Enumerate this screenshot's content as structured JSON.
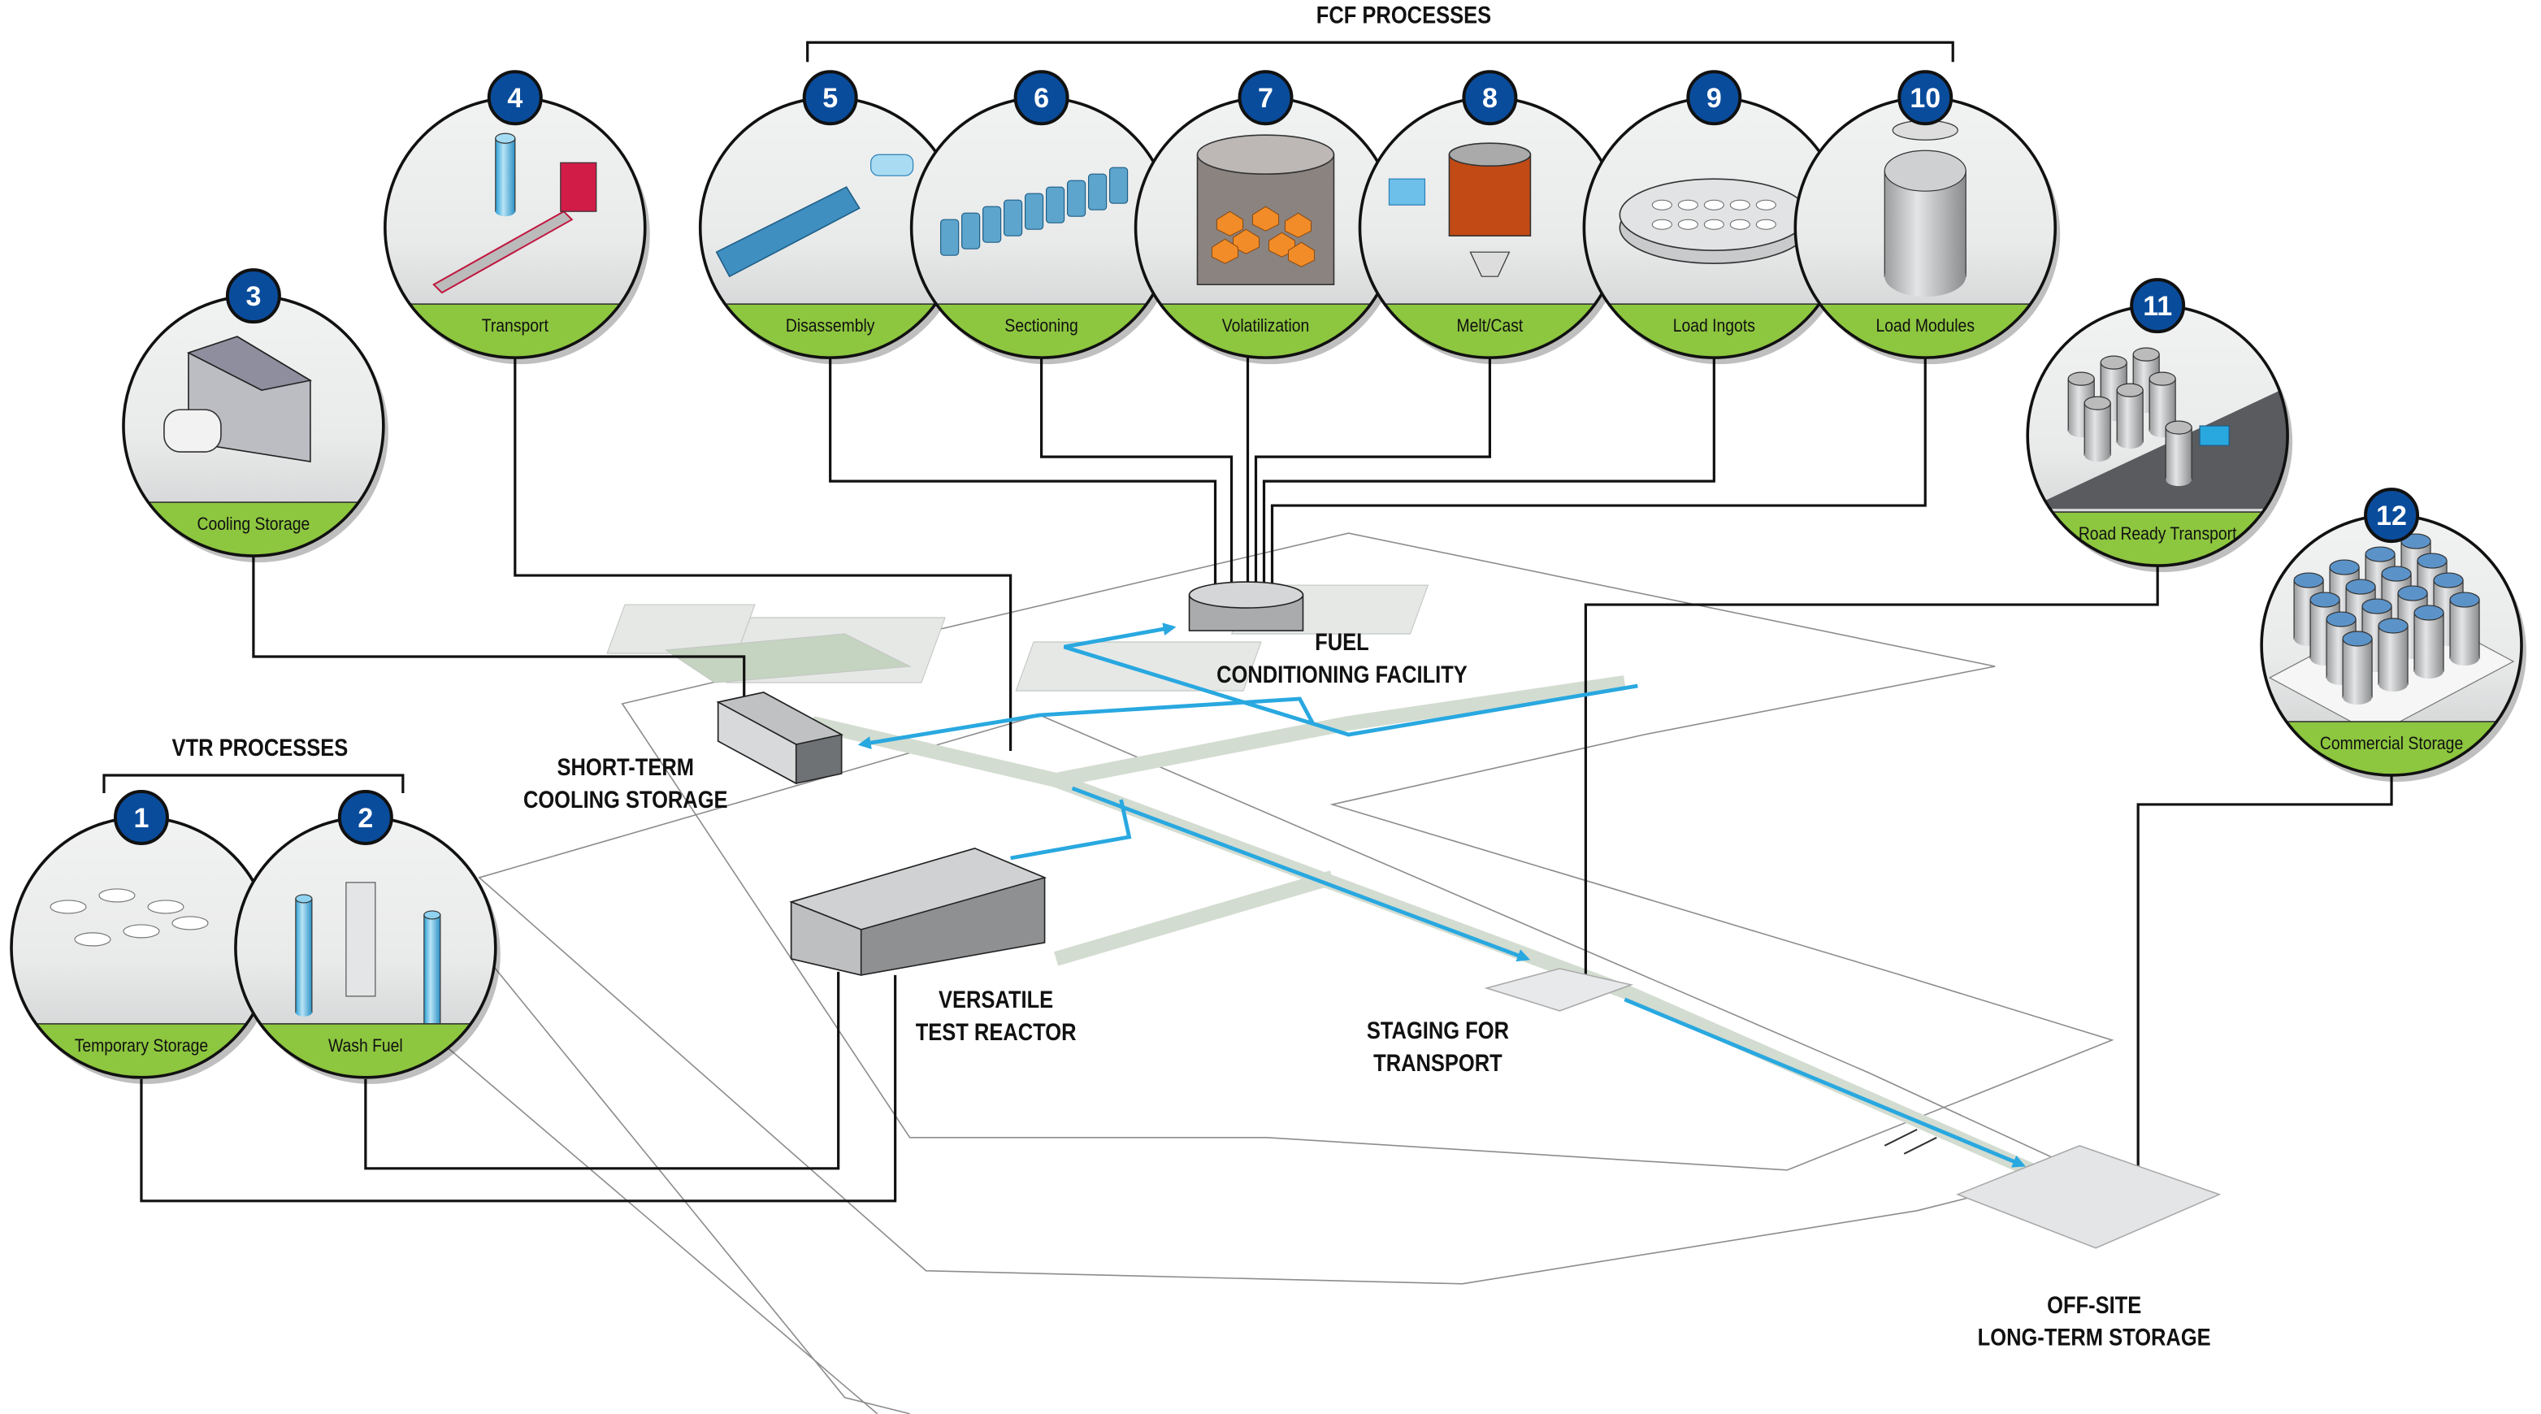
{
  "groups": {
    "fcf": "FCF PROCESSES",
    "vtr": "VTR PROCESSES"
  },
  "steps": [
    {
      "number": "1",
      "label": "Temporary Storage"
    },
    {
      "number": "2",
      "label": "Wash Fuel"
    },
    {
      "number": "3",
      "label": "Cooling Storage"
    },
    {
      "number": "4",
      "label": "Transport"
    },
    {
      "number": "5",
      "label": "Disassembly"
    },
    {
      "number": "6",
      "label": "Sectioning"
    },
    {
      "number": "7",
      "label": "Volatilization"
    },
    {
      "number": "8",
      "label": "Melt/Cast"
    },
    {
      "number": "9",
      "label": "Load Ingots"
    },
    {
      "number": "10",
      "label": "Load Modules"
    },
    {
      "number": "11",
      "label": "Road Ready Transport"
    },
    {
      "number": "12",
      "label": "Commercial Storage"
    }
  ],
  "locations": {
    "fcf": [
      "FUEL",
      "CONDITIONING FACILITY"
    ],
    "short_term": [
      "SHORT-TERM",
      "COOLING STORAGE"
    ],
    "vtr": [
      "VERSATILE",
      "TEST REACTOR"
    ],
    "staging": [
      "STAGING FOR",
      "TRANSPORT"
    ],
    "offsite": [
      "OFF-SITE",
      "LONG-TERM STORAGE"
    ]
  },
  "colors": {
    "badge": "#0a4c9c",
    "band": "#8dc63f",
    "flow": "#29a8e0",
    "circle_bg": "#eceeee"
  }
}
